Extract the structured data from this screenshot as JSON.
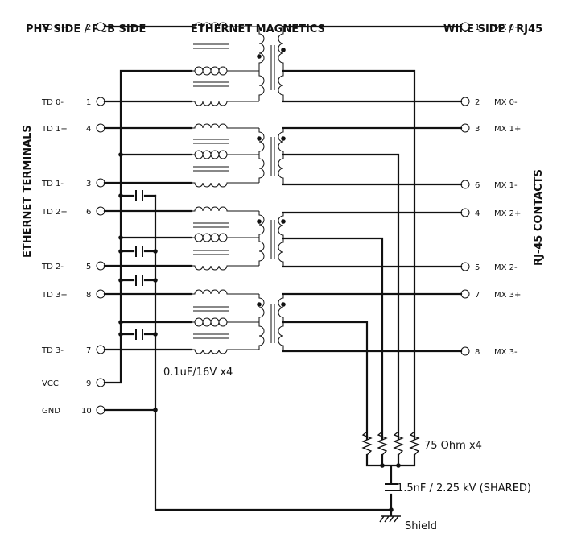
{
  "headers": {
    "phy_side": "PHY SIDE / PCB SIDE",
    "magnetics": "ETHERNET MAGNETICS",
    "wire_side": "WIRE SIDE / RJ45"
  },
  "side_labels": {
    "left": "ETHERNET TERMINALS",
    "right": "RJ-45 CONTACTS"
  },
  "left_pins": [
    {
      "name": "TD 0+",
      "num": "2"
    },
    {
      "name": "TD 0-",
      "num": "1"
    },
    {
      "name": "TD 1+",
      "num": "4"
    },
    {
      "name": "TD 1-",
      "num": "3"
    },
    {
      "name": "TD 2+",
      "num": "6"
    },
    {
      "name": "TD 2-",
      "num": "5"
    },
    {
      "name": "TD 3+",
      "num": "8"
    },
    {
      "name": "TD 3-",
      "num": "7"
    },
    {
      "name": "VCC",
      "num": "9"
    },
    {
      "name": "GND",
      "num": "10"
    }
  ],
  "right_pins": [
    {
      "num": "1",
      "name": "MX 0+"
    },
    {
      "num": "2",
      "name": "MX 0-"
    },
    {
      "num": "3",
      "name": "MX 1+"
    },
    {
      "num": "6",
      "name": "MX 1-"
    },
    {
      "num": "4",
      "name": "MX 2+"
    },
    {
      "num": "5",
      "name": "MX 2-"
    },
    {
      "num": "7",
      "name": "MX 3+"
    },
    {
      "num": "8",
      "name": "MX 3-"
    }
  ],
  "annotations": {
    "caps": "0.1uF/16V x4",
    "resistors": "75 Ohm x4",
    "hv_cap": "1.5nF / 2.25 kV (SHARED)",
    "shield": "Shield"
  }
}
